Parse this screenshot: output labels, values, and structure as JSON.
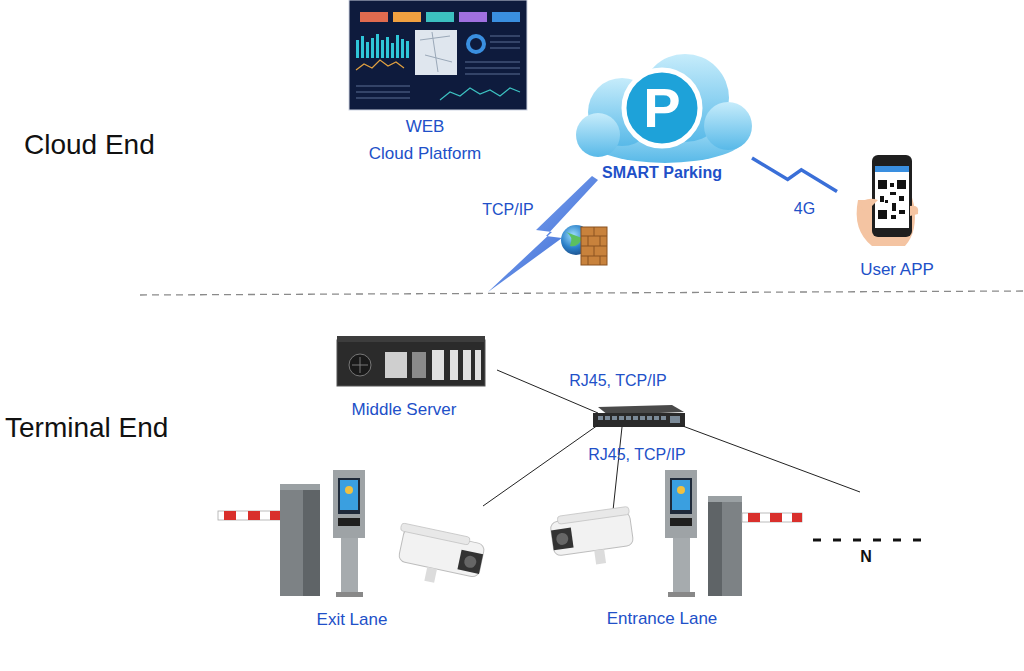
{
  "diagram": {
    "nodes": [
      {
        "text": [
          "WEB",
          "Cloud Platform"
        ]
      },
      {
        "text": [
          "P",
          "SMART Parking"
        ]
      },
      {
        "text": [
          "User APP"
        ]
      },
      {
        "text": [
          "Middle Server"
        ]
      },
      {
        "text": [
          "Exit Lane"
        ]
      },
      {
        "text": [
          "Entrance Lane"
        ]
      }
    ],
    "edges": [
      {
        "from": 1,
        "to": 2,
        "label": "4G",
        "arrow": "none"
      }
    ],
    "labels": [
      "Cloud End",
      "Terminal End",
      "TCP/IP",
      "RJ45, TCP/IP",
      "RJ45, TCP/IP",
      "N"
    ]
  }
}
